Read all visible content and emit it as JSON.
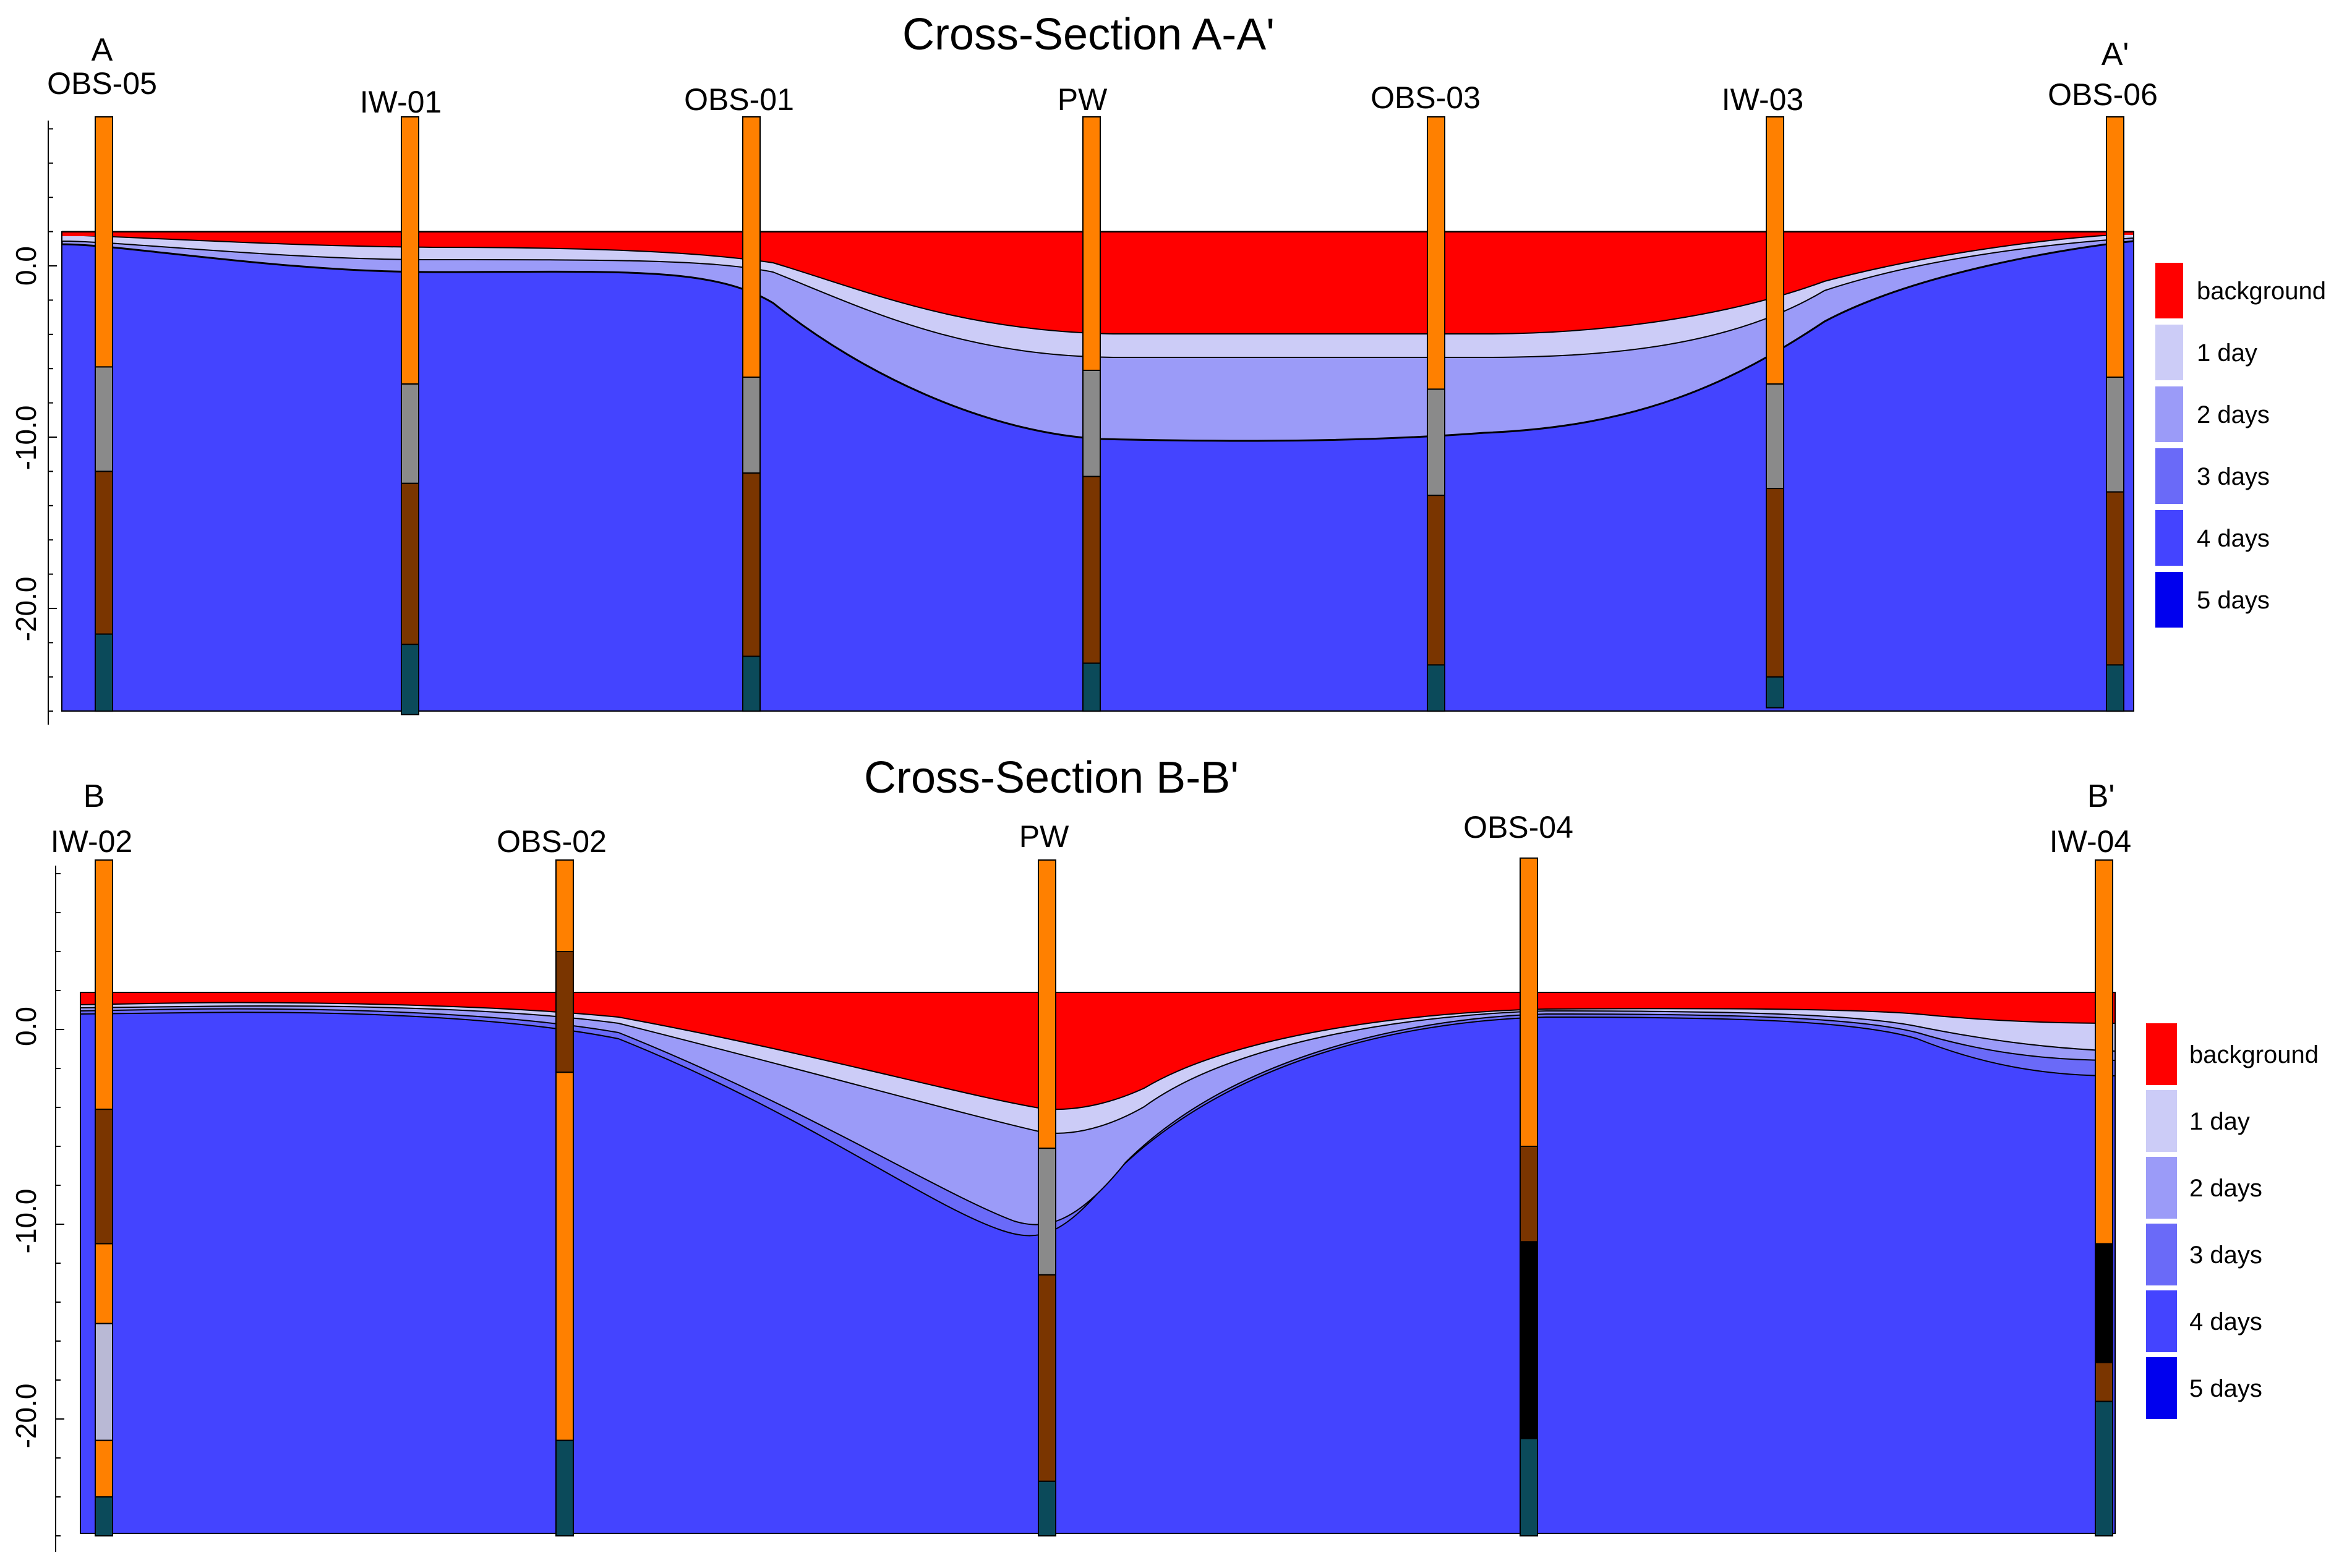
{
  "colors": {
    "background_zone": "#ff0000",
    "day1": "#ccccf7",
    "day2": "#9b9bf8",
    "day3": "#6a6af8",
    "day4": "#4444ff",
    "day5": "#0000ee",
    "casing": "#ff8000",
    "screen_gray": "#8a8a8a",
    "brown": "#7a3500",
    "teal": "#0b4a5a",
    "black": "#000000",
    "light_gray": "#b9b9d5"
  },
  "legend": [
    {
      "label": "background",
      "color": "#ff0000"
    },
    {
      "label": "1 day",
      "color": "#ccccf7"
    },
    {
      "label": "2 days",
      "color": "#9b9bf8"
    },
    {
      "label": "3 days",
      "color": "#6a6af8"
    },
    {
      "label": "4 days",
      "color": "#4444ff"
    },
    {
      "label": "5 days",
      "color": "#0000ee"
    }
  ],
  "sections": [
    {
      "title": "Cross-Section A-A'",
      "start_label": "A",
      "end_label": "A'",
      "y_ticks": [
        "0.0",
        "-10.0",
        "-20.0"
      ],
      "wells": [
        {
          "name": "OBS-05",
          "segments": [
            {
              "from": 8.7,
              "to": -5.9,
              "color": "casing"
            },
            {
              "from": -5.9,
              "to": -12.0,
              "color": "screen_gray"
            },
            {
              "from": -12.0,
              "to": -21.5,
              "color": "brown"
            },
            {
              "from": -21.5,
              "to": -26.0,
              "color": "teal"
            }
          ]
        },
        {
          "name": "IW-01",
          "segments": [
            {
              "from": 8.7,
              "to": -6.9,
              "color": "casing"
            },
            {
              "from": -6.9,
              "to": -12.7,
              "color": "screen_gray"
            },
            {
              "from": -12.7,
              "to": -22.1,
              "color": "brown"
            },
            {
              "from": -22.1,
              "to": -26.2,
              "color": "teal"
            }
          ]
        },
        {
          "name": "OBS-01",
          "segments": [
            {
              "from": 8.7,
              "to": -6.5,
              "color": "casing"
            },
            {
              "from": -6.5,
              "to": -12.1,
              "color": "screen_gray"
            },
            {
              "from": -12.1,
              "to": -22.8,
              "color": "brown"
            },
            {
              "from": -22.8,
              "to": -26.0,
              "color": "teal"
            }
          ]
        },
        {
          "name": "PW",
          "segments": [
            {
              "from": 8.7,
              "to": -6.1,
              "color": "casing"
            },
            {
              "from": -6.1,
              "to": -12.3,
              "color": "screen_gray"
            },
            {
              "from": -12.3,
              "to": -23.2,
              "color": "brown"
            },
            {
              "from": -23.2,
              "to": -26.0,
              "color": "teal"
            }
          ]
        },
        {
          "name": "OBS-03",
          "segments": [
            {
              "from": 8.7,
              "to": -7.2,
              "color": "casing"
            },
            {
              "from": -7.2,
              "to": -13.4,
              "color": "screen_gray"
            },
            {
              "from": -13.4,
              "to": -23.3,
              "color": "brown"
            },
            {
              "from": -23.3,
              "to": -26.0,
              "color": "teal"
            }
          ]
        },
        {
          "name": "IW-03",
          "segments": [
            {
              "from": 8.7,
              "to": -6.9,
              "color": "casing"
            },
            {
              "from": -6.9,
              "to": -13.0,
              "color": "screen_gray"
            },
            {
              "from": -13.0,
              "to": -24.0,
              "color": "brown"
            },
            {
              "from": -24.0,
              "to": -25.8,
              "color": "teal"
            }
          ]
        },
        {
          "name": "OBS-06",
          "segments": [
            {
              "from": 8.7,
              "to": -6.5,
              "color": "casing"
            },
            {
              "from": -6.5,
              "to": -13.2,
              "color": "screen_gray"
            },
            {
              "from": -13.2,
              "to": -23.3,
              "color": "brown"
            },
            {
              "from": -23.3,
              "to": -26.0,
              "color": "teal"
            }
          ]
        }
      ]
    },
    {
      "title": "Cross-Section B-B'",
      "start_label": "B",
      "end_label": "B'",
      "y_ticks": [
        "0.0",
        "-10.0",
        "-20.0"
      ],
      "wells": [
        {
          "name": "IW-02",
          "segments": [
            {
              "from": 8.7,
              "to": -4.1,
              "color": "casing"
            },
            {
              "from": -4.1,
              "to": -11.0,
              "color": "brown"
            },
            {
              "from": -11.0,
              "to": -15.1,
              "color": "casing"
            },
            {
              "from": -15.1,
              "to": -21.1,
              "color": "light_gray"
            },
            {
              "from": -21.1,
              "to": -24.0,
              "color": "casing"
            },
            {
              "from": -24.0,
              "to": -26.0,
              "color": "teal"
            }
          ]
        },
        {
          "name": "OBS-02",
          "segments": [
            {
              "from": 8.7,
              "to": 4.0,
              "color": "casing"
            },
            {
              "from": 4.0,
              "to": -2.2,
              "color": "brown"
            },
            {
              "from": -2.2,
              "to": -21.1,
              "color": "casing"
            },
            {
              "from": -21.1,
              "to": -26.0,
              "color": "teal"
            }
          ]
        },
        {
          "name": "PW",
          "segments": [
            {
              "from": 8.7,
              "to": -6.1,
              "color": "casing"
            },
            {
              "from": -6.1,
              "to": -12.6,
              "color": "screen_gray"
            },
            {
              "from": -12.6,
              "to": -23.2,
              "color": "brown"
            },
            {
              "from": -23.2,
              "to": -26.0,
              "color": "teal"
            }
          ]
        },
        {
          "name": "OBS-04",
          "segments": [
            {
              "from": 8.8,
              "to": -6.0,
              "color": "casing"
            },
            {
              "from": -6.0,
              "to": -10.9,
              "color": "brown"
            },
            {
              "from": -10.9,
              "to": -21.0,
              "color": "black"
            },
            {
              "from": -21.0,
              "to": -26.0,
              "color": "teal"
            }
          ]
        },
        {
          "name": "IW-04",
          "segments": [
            {
              "from": 8.7,
              "to": -11.0,
              "color": "casing"
            },
            {
              "from": -11.0,
              "to": -17.1,
              "color": "black"
            },
            {
              "from": -17.1,
              "to": -19.1,
              "color": "brown"
            },
            {
              "from": -19.1,
              "to": -26.0,
              "color": "teal"
            }
          ]
        }
      ]
    }
  ]
}
